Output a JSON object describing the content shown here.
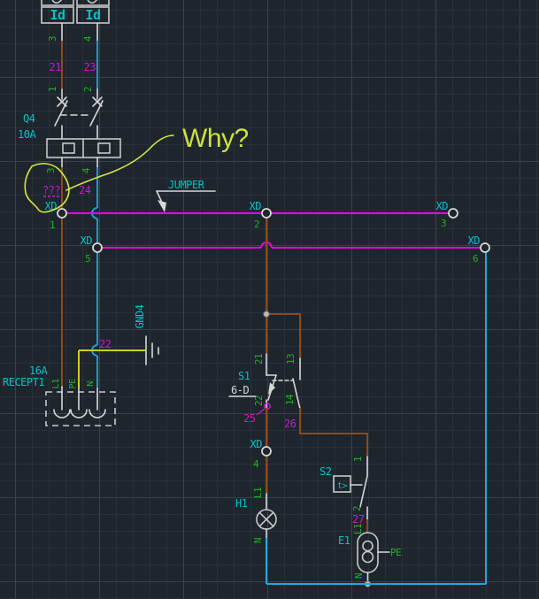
{
  "app": {
    "type": "electrical-cad-schematic"
  },
  "palette": {
    "background": "#1E252D",
    "grid_minor": "#293039",
    "grid_major": "#39414F",
    "device_text": "#00C5C5",
    "pin_text": "#1EB41E",
    "wire_number_text": "#D413D4",
    "symbol_stroke": "#D8D8D8",
    "wire_l1_brown": "#8A4A1E",
    "wire_n_blue": "#1C9CD2",
    "wire_pe_yellow": "#CFCF1A",
    "jumper_wire_magenta": "#E800E8",
    "annotation_yellow": "#D6E73C"
  },
  "texts": {
    "id": "Id",
    "n1": "1",
    "n2": "2",
    "n3": "3",
    "n4": "4",
    "n5": "5",
    "n6": "6",
    "n13": "13",
    "n14": "14",
    "n21": "21",
    "n22": "22",
    "n23": "23",
    "n24": "24",
    "n25": "25",
    "n26": "26",
    "n27": "27",
    "unknown": "???",
    "xd": "XD",
    "q4": "Q4",
    "q4_rating": "10A",
    "jumper": "JUMPER",
    "why": "Why?",
    "gnd4": "GND4",
    "recept_rating": "16A",
    "recept_name": "RECEPT1",
    "L1": "L1",
    "PE": "PE",
    "N": "N",
    "s1": "S1",
    "s1_location": "6-D",
    "s2": "S2",
    "s2_function": "t>",
    "h1": "H1",
    "e1": "E1"
  }
}
